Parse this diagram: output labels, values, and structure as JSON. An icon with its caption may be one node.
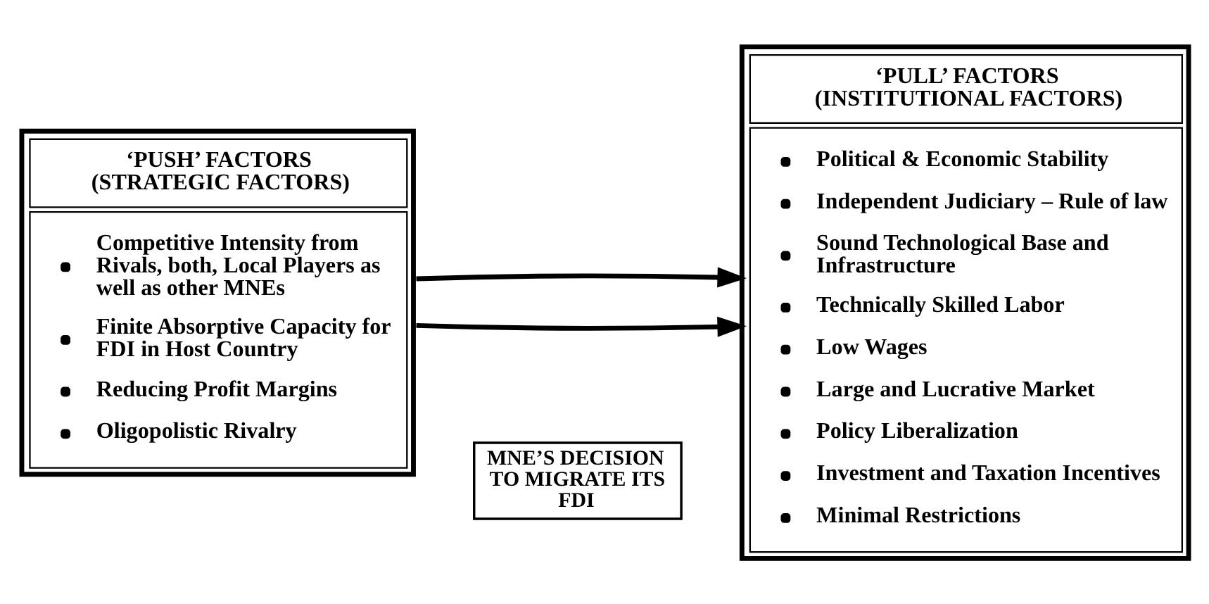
{
  "diagram": {
    "nodes": [
      {
        "text": [
          "‘PUSH’ FACTORS (STRATEGIC FACTORS)",
          "Competitive Intensity from Rivals, both, Local Players as well as other MNEs",
          "Finite Absorptive Capacity for FDI in Host Country",
          "Reducing Profit Margins",
          "Oligopolistic Rivalry"
        ]
      },
      {
        "text": [
          "‘PULL’ FACTORS (INSTITUTIONAL FACTORS)",
          "Political & Economic Stability",
          "Independent Judiciary – Rule of law",
          "Sound Technological Base and Infrastructure",
          "Technically Skilled Labor",
          "Low Wages",
          "Large and Lucrative Market",
          "Policy Liberalization",
          "Investment and Taxation Incentives",
          "Minimal Restrictions"
        ]
      }
    ],
    "edges": [
      {
        "from": 0,
        "to": 1,
        "arrow": "to"
      },
      {
        "from": 0,
        "to": 1,
        "arrow": "to"
      }
    ],
    "labels": [
      "MNE’S DECISION TO MIGRATE ITS FDI"
    ]
  }
}
